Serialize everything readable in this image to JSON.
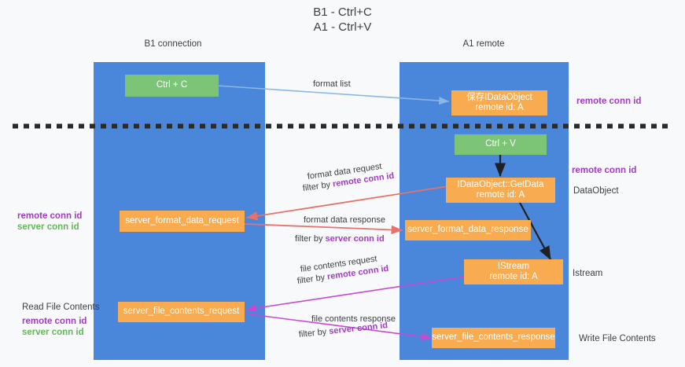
{
  "title": "B1 - Ctrl+C\nA1 - Ctrl+V",
  "lanes": [
    {
      "id": "b1",
      "header": "B1\nconnection"
    },
    {
      "id": "a1",
      "header": "A1\nremote"
    }
  ],
  "boxes": {
    "ctrl_c": "Ctrl + C",
    "ctrl_v": "Ctrl + V",
    "save_idataobject": "保存IDataObject\nremote id: A",
    "getdata": "IDataObject::GetData\nremote id: A",
    "istream": "IStream\nremote id: A",
    "server_format_data_request": "server_format_data_request",
    "server_format_data_response": "server_format_data_response",
    "server_file_contents_request": "server_file_contents_request",
    "server_file_contents_response": "server_file_contents_response"
  },
  "right_notes": {
    "remote_conn_id_top": "remote conn id",
    "remote_conn_id_mid": "remote conn id",
    "data_object": "DataObject",
    "istream": "Istream",
    "write_file_contents": "Write File Contents"
  },
  "left_notes": {
    "remote_conn_id_mid": "remote conn id",
    "server_conn_id_mid": "server conn id",
    "read_file_contents": "Read File Contents",
    "remote_conn_id_bottom": "remote conn id",
    "server_conn_id_bottom": "server conn id"
  },
  "edges": {
    "format_list": "format list",
    "format_data_request": "format data request",
    "format_data_request_filter_prefix": "filter by ",
    "format_data_request_filter_key": "remote conn id",
    "format_data_response": "format data response",
    "format_data_response_filter_prefix": "filter by ",
    "format_data_response_filter_key": "server conn id",
    "file_contents_request": "file contents request",
    "file_contents_request_filter_prefix": "filter by ",
    "file_contents_request_filter_key": "remote conn id",
    "file_contents_response": "file contents response",
    "file_contents_response_filter_prefix": "filter by ",
    "file_contents_response_filter_key": "server conn id"
  },
  "colors": {
    "lane": "#4a86d9",
    "box_orange": "#f9ab50",
    "box_green": "#7cc576",
    "key_purple": "#a23bc4",
    "key_green": "#62b758",
    "arrow_blue": "#8ab6e8",
    "arrow_red": "#e8716b",
    "arrow_magenta": "#c64bd0",
    "arrow_black": "#202124",
    "background": "#f8f9fa"
  }
}
